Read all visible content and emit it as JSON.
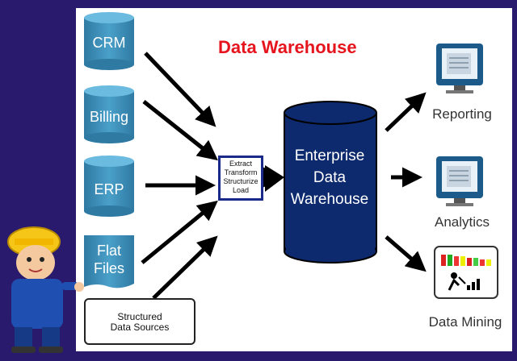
{
  "title": "Data Warehouse",
  "sources": [
    {
      "label": "CRM"
    },
    {
      "label": "Billing"
    },
    {
      "label": "ERP"
    },
    {
      "label_line1": "Flat",
      "label_line2": "Files"
    }
  ],
  "structured_sources": {
    "line1": "Structured",
    "line2": "Data Sources"
  },
  "etl": {
    "line1": "Extract",
    "line2": "Transform",
    "line3": "Structurize",
    "line4": "Load"
  },
  "warehouse": {
    "line1": "Enterprise",
    "line2": "Data",
    "line3": "Warehouse"
  },
  "outputs": [
    {
      "label": "Reporting",
      "icon": "monitor-icon"
    },
    {
      "label": "Analytics",
      "icon": "monitor-icon"
    },
    {
      "label": "Data Mining",
      "icon": "data-mining-icon"
    }
  ],
  "colors": {
    "background": "#2a1a6e",
    "source_cylinder": "#3a8fb8",
    "warehouse": "#0d2a6e",
    "title": "#e5141d"
  }
}
